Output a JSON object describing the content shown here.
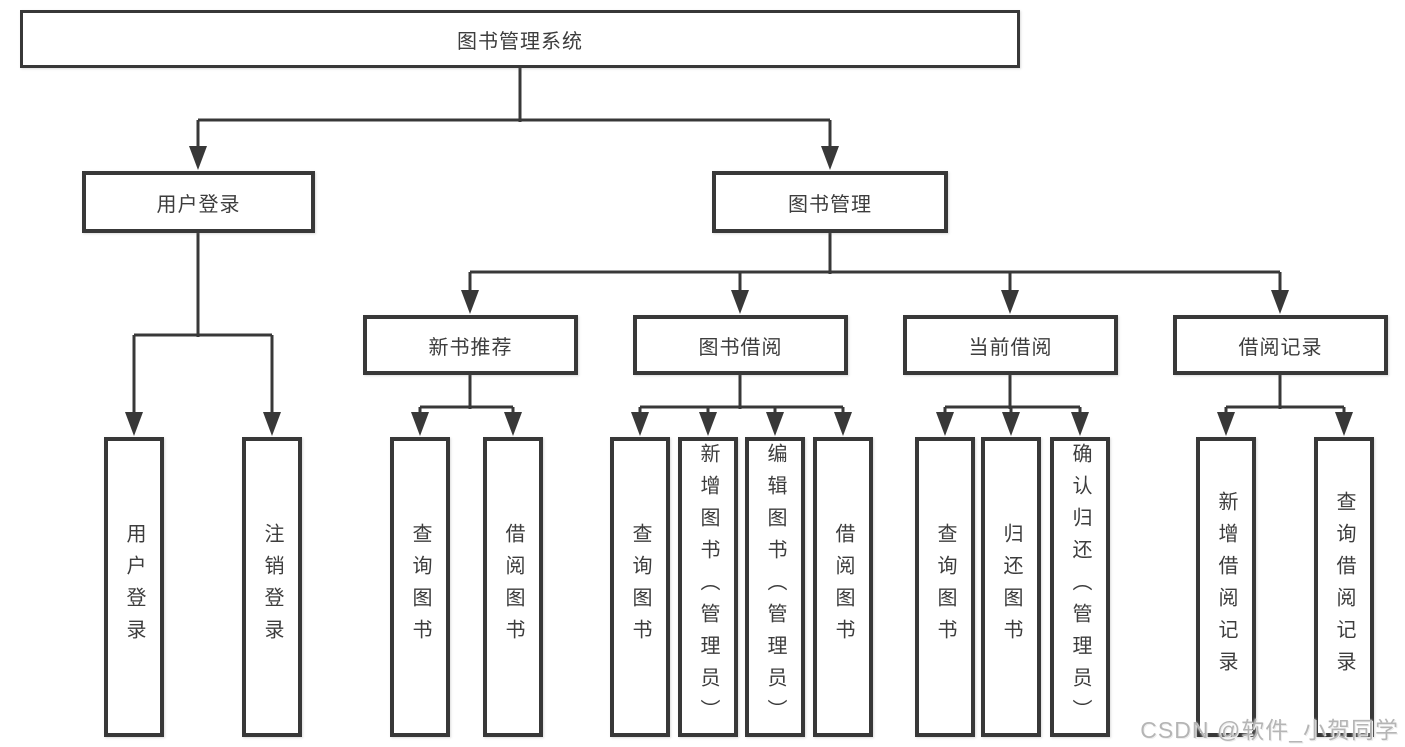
{
  "tree": {
    "label": "图书管理系统",
    "children": [
      {
        "label": "用户登录",
        "children": [
          {
            "label": "用户登录"
          },
          {
            "label": "注销登录"
          }
        ]
      },
      {
        "label": "图书管理",
        "children": [
          {
            "label": "新书推荐",
            "children": [
              {
                "label": "查询图书"
              },
              {
                "label": "借阅图书"
              }
            ]
          },
          {
            "label": "图书借阅",
            "children": [
              {
                "label": "查询图书"
              },
              {
                "label": "新增图书（管理员）"
              },
              {
                "label": "编辑图书（管理员）"
              },
              {
                "label": "借阅图书"
              }
            ]
          },
          {
            "label": "当前借阅",
            "children": [
              {
                "label": "查询图书"
              },
              {
                "label": "归还图书"
              },
              {
                "label": "确认归还（管理员）"
              }
            ]
          },
          {
            "label": "借阅记录",
            "children": [
              {
                "label": "新增借阅记录"
              },
              {
                "label": "查询借阅记录"
              }
            ]
          }
        ]
      }
    ]
  },
  "watermark": "CSDN @软件_小贺同学",
  "colors": {
    "line": "#383838",
    "box_border": "#383838",
    "text": "#3d3d3d",
    "watermark": "#b5b5b5",
    "background": "#ffffff"
  }
}
